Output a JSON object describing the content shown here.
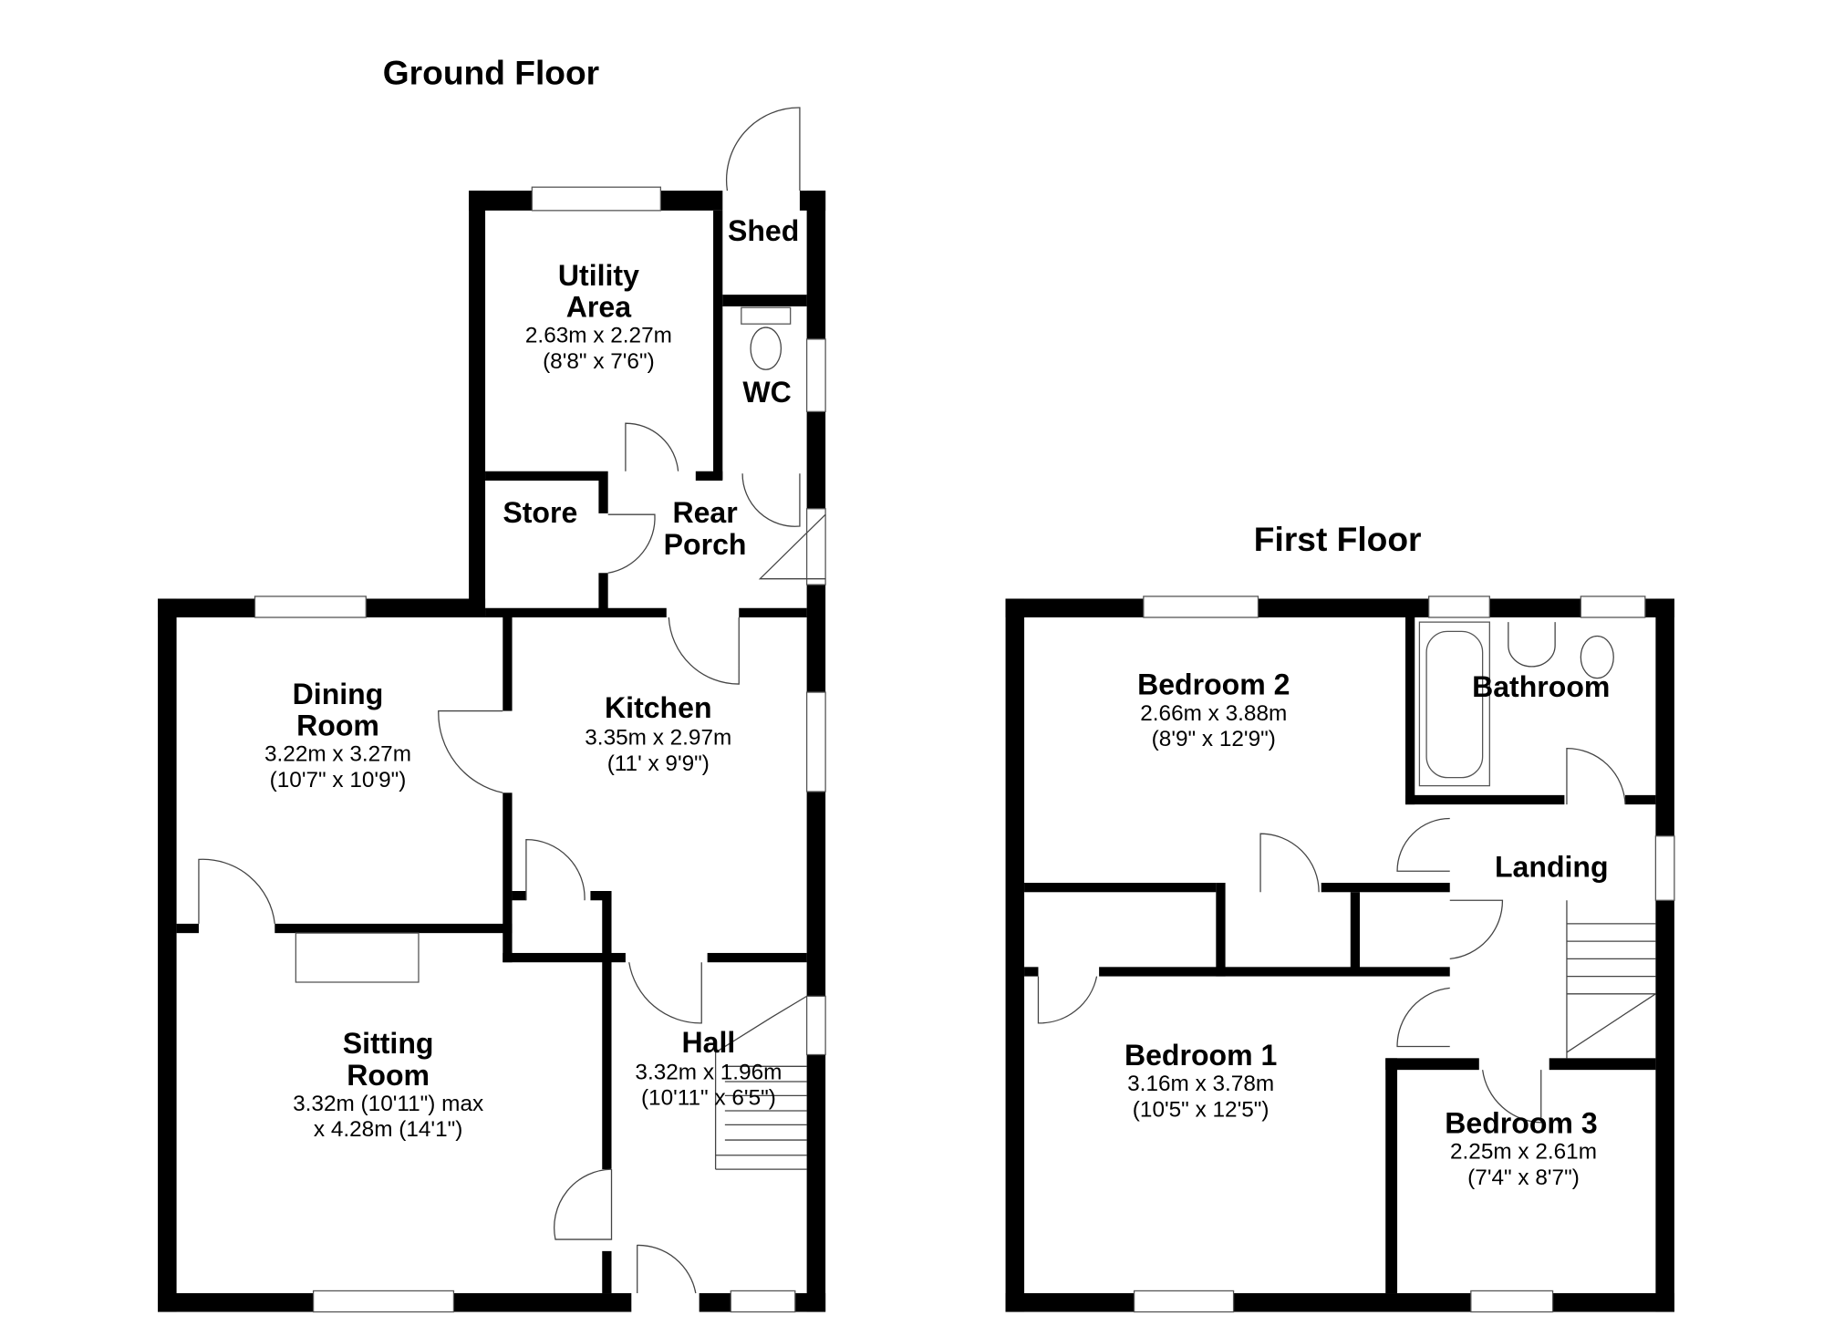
{
  "ground_floor": {
    "title": "Ground Floor",
    "rooms": {
      "utility": {
        "name1": "Utility",
        "name2": "Area",
        "dim_m": "2.63m x 2.27m",
        "dim_ft": "(8'8\" x 7'6\")"
      },
      "shed": {
        "name": "Shed"
      },
      "wc": {
        "name": "WC"
      },
      "store": {
        "name": "Store"
      },
      "rear_porch": {
        "name1": "Rear",
        "name2": "Porch"
      },
      "dining": {
        "name1": "Dining",
        "name2": "Room",
        "dim_m": "3.22m x 3.27m",
        "dim_ft": "(10'7\" x 10'9\")"
      },
      "kitchen": {
        "name": "Kitchen",
        "dim_m": "3.35m x 2.97m",
        "dim_ft": "(11' x 9'9\")"
      },
      "sitting": {
        "name1": "Sitting",
        "name2": "Room",
        "dim_1": "3.32m (10'11\") max",
        "dim_2": "x 4.28m (14'1\")"
      },
      "hall": {
        "name": "Hall",
        "dim_m": "3.32m x 1.96m",
        "dim_ft": "(10'11\" x 6'5\")"
      }
    }
  },
  "first_floor": {
    "title": "First Floor",
    "rooms": {
      "bedroom2": {
        "name": "Bedroom 2",
        "dim_m": "2.66m x 3.88m",
        "dim_ft": "(8'9\" x 12'9\")"
      },
      "bathroom": {
        "name": "Bathroom"
      },
      "landing": {
        "name": "Landing"
      },
      "bedroom1": {
        "name": "Bedroom 1",
        "dim_m": "3.16m x 3.78m",
        "dim_ft": "(10'5\" x 12'5\")"
      },
      "bedroom3": {
        "name": "Bedroom 3",
        "dim_m": "2.25m x 2.61m",
        "dim_ft": "(7'4\" x 8'7\")"
      }
    }
  }
}
